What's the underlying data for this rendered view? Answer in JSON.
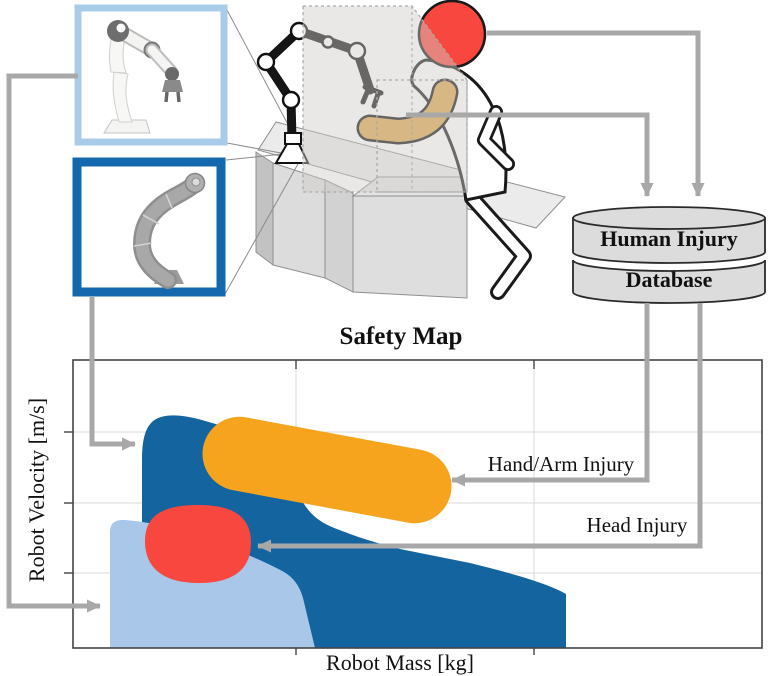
{
  "figure": {
    "caption": "Safety Map",
    "scene": {
      "robot_panels": [
        {
          "id": "panel-light-robot",
          "robot_icon": "white-collaborative-robot-arm-icon",
          "frame_color": "#A9CBEA",
          "maps_to": "light-blue-region"
        },
        {
          "id": "panel-dark-robot",
          "robot_icon": "gray-collaborative-robot-arm-icon",
          "frame_color": "#1368AE",
          "maps_to": "dark-blue-region"
        }
      ],
      "workcell": {
        "robot_icon": "robot-arm-on-pedestal-icon",
        "human_icon": "human-figure-icon",
        "head_highlight_color": "#F8473E",
        "arm_highlight_color": "#DCA64B",
        "monitored_zone_style": "dashed translucent box"
      },
      "database": {
        "line1": "Human Injury",
        "line2": "Database",
        "fill": "#DCDCDC",
        "icon": "database-cylinder-icon"
      }
    },
    "chart": {
      "xlabel": "Robot Mass [kg]",
      "ylabel": "Robot Velocity [m/s]",
      "annotations": [
        {
          "label": "Hand/Arm Injury",
          "points_to": "orange-region"
        },
        {
          "label": "Head Injury",
          "points_to": "red-region"
        }
      ]
    },
    "arrows": [
      {
        "from": "human-head",
        "to": "human-injury-database"
      },
      {
        "from": "human-arm",
        "to": "human-injury-database"
      },
      {
        "from": "human-injury-database",
        "to": "hand-arm-injury-region"
      },
      {
        "from": "human-injury-database",
        "to": "head-injury-region"
      },
      {
        "from": "panel-light-robot",
        "to": "light-blue-region"
      },
      {
        "from": "panel-dark-robot",
        "to": "dark-blue-region"
      }
    ],
    "colors": {
      "arrow_gray": "#A8A8A8",
      "dark_blue_region": "#1464A0",
      "light_blue_region": "#A9C8E9",
      "red_region": "#F8473E",
      "orange_region": "#F6A41D",
      "grid": "#D9D9D9",
      "axis": "#444444",
      "table_gray": "#DEDEDE"
    }
  },
  "chart_data": {
    "type": "area",
    "title": "Safety Map",
    "xlabel": "Robot Mass [kg]",
    "ylabel": "Robot Velocity [m/s]",
    "numeric_tick_labels": false,
    "grid": true,
    "regions": [
      {
        "name": "dark-blue robot safe-capability region",
        "color": "#1464A0",
        "approx_extent_fraction": {
          "x": [
            0.1,
            0.72
          ],
          "y": [
            0.19,
            0.8
          ]
        }
      },
      {
        "name": "light-blue robot safe-capability region",
        "color": "#A9C8E9",
        "approx_extent_fraction": {
          "x": [
            0.05,
            0.35
          ],
          "y": [
            0.0,
            0.45
          ]
        }
      },
      {
        "name": "head injury region",
        "color": "#F8473E",
        "approx_extent_fraction": {
          "x": [
            0.1,
            0.26
          ],
          "y": [
            0.23,
            0.5
          ]
        }
      },
      {
        "name": "hand/arm injury region",
        "color": "#F6A41D",
        "approx_extent_fraction": {
          "x": [
            0.2,
            0.54
          ],
          "y": [
            0.45,
            0.83
          ]
        }
      }
    ],
    "annotations": [
      "Hand/Arm Injury",
      "Head Injury"
    ],
    "legend": false
  }
}
